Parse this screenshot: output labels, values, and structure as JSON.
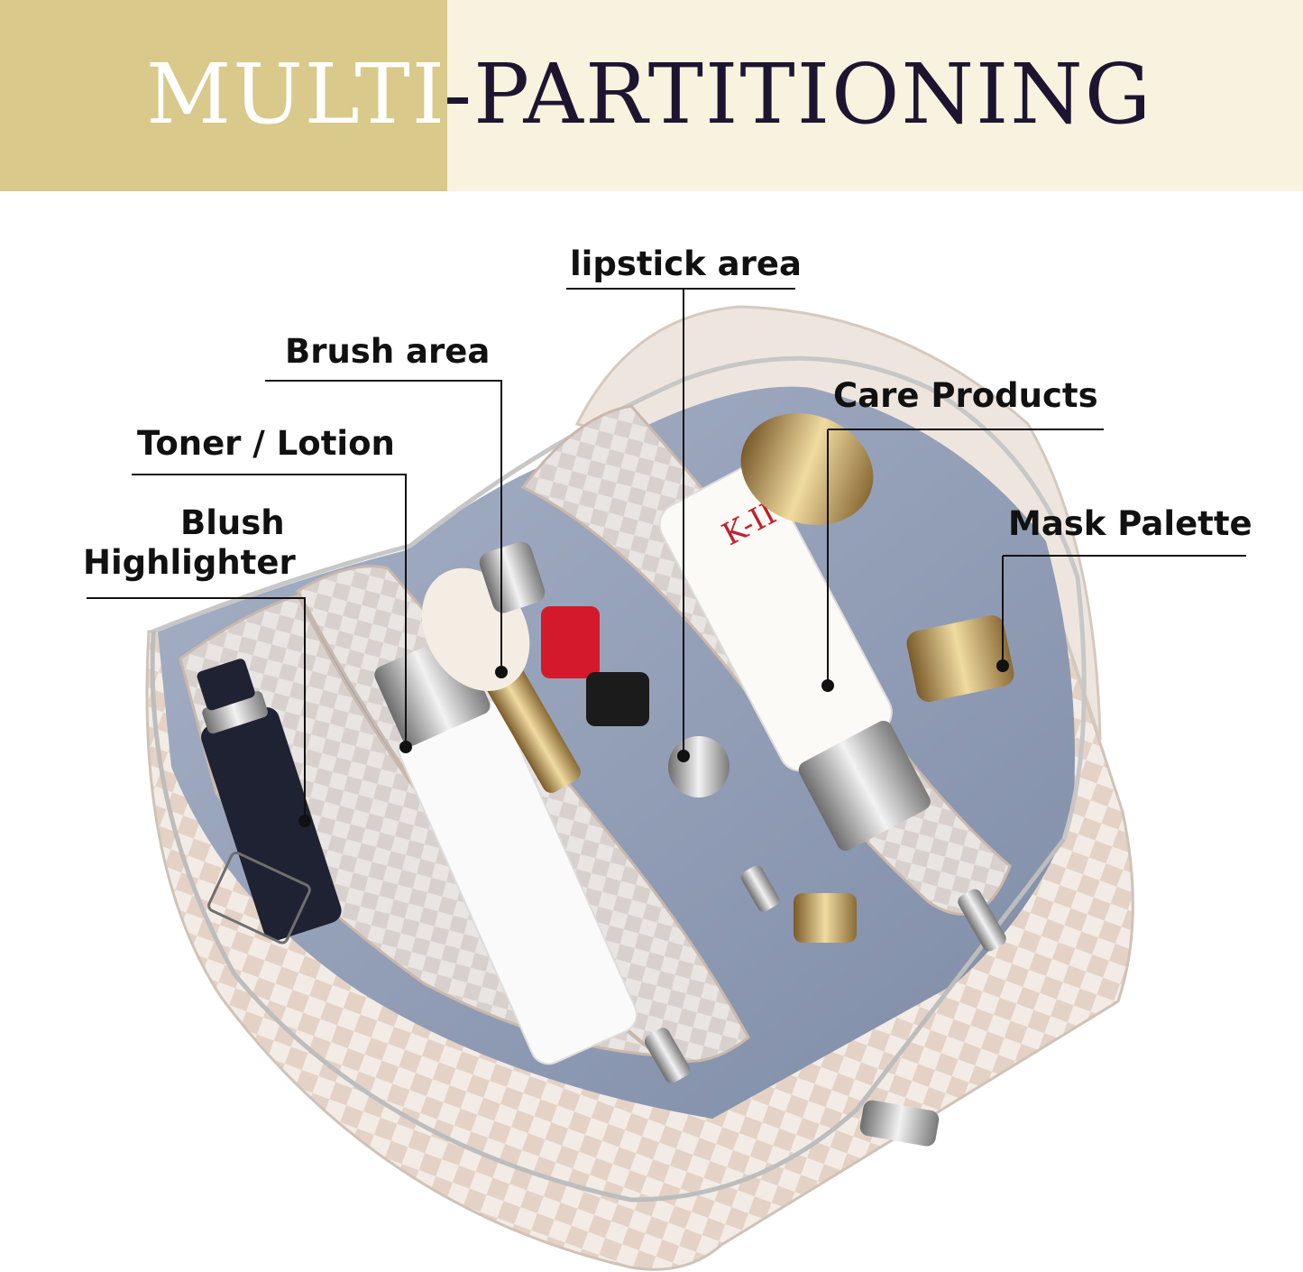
{
  "title": {
    "part1": "MULTI",
    "part2": "-PARTITIONING"
  },
  "callouts": {
    "lipstick": "lipstick area",
    "brush": "Brush area",
    "care": "Care Products",
    "toner": "Toner / Lotion",
    "mask": "Mask Palette",
    "blush": "Blush",
    "highlighter": "Highlighter"
  },
  "colors": {
    "banner_gold": "#d9c98a",
    "banner_cream": "#f8f3df",
    "title_dark": "#1d1530",
    "lining_blue": "#8e9cb6",
    "bag_cream": "#efe7df"
  }
}
